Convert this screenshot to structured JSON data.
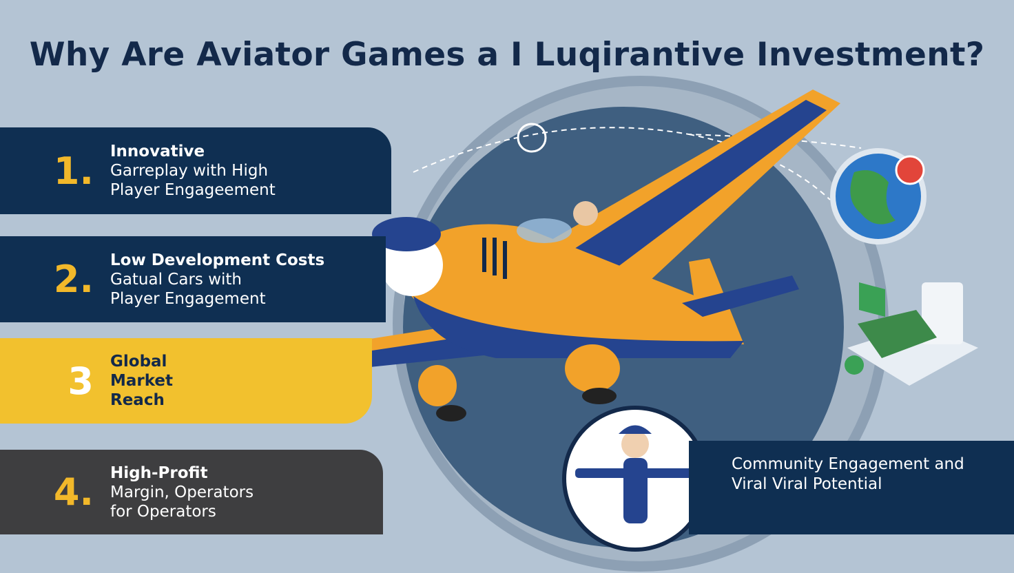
{
  "title": "Why Are Aviator Games a I Luqirantive Investment?",
  "items": [
    {
      "number": "1.",
      "heading": "Innovative",
      "line1": "Garreplay with High",
      "line2": "Player Engageement"
    },
    {
      "number": "2.",
      "heading": "Low Development Costs",
      "line1": "Gatual Cars with",
      "line2": "Player Engagement"
    },
    {
      "number": "3",
      "heading": "Global",
      "line1": "Market",
      "line2": "Reach"
    },
    {
      "number": "4.",
      "heading": "High-Profit",
      "line1": "Margin, Operators",
      "line2": "for Operators"
    }
  ],
  "community": {
    "line1": "Community Engagement and",
    "line2": "Viral Viral Potential"
  },
  "colors": {
    "navy": "#0f2f52",
    "yellow": "#f2c12e",
    "orange": "#f2a22a",
    "blue": "#25448f",
    "bg": "#b4c4d4"
  }
}
